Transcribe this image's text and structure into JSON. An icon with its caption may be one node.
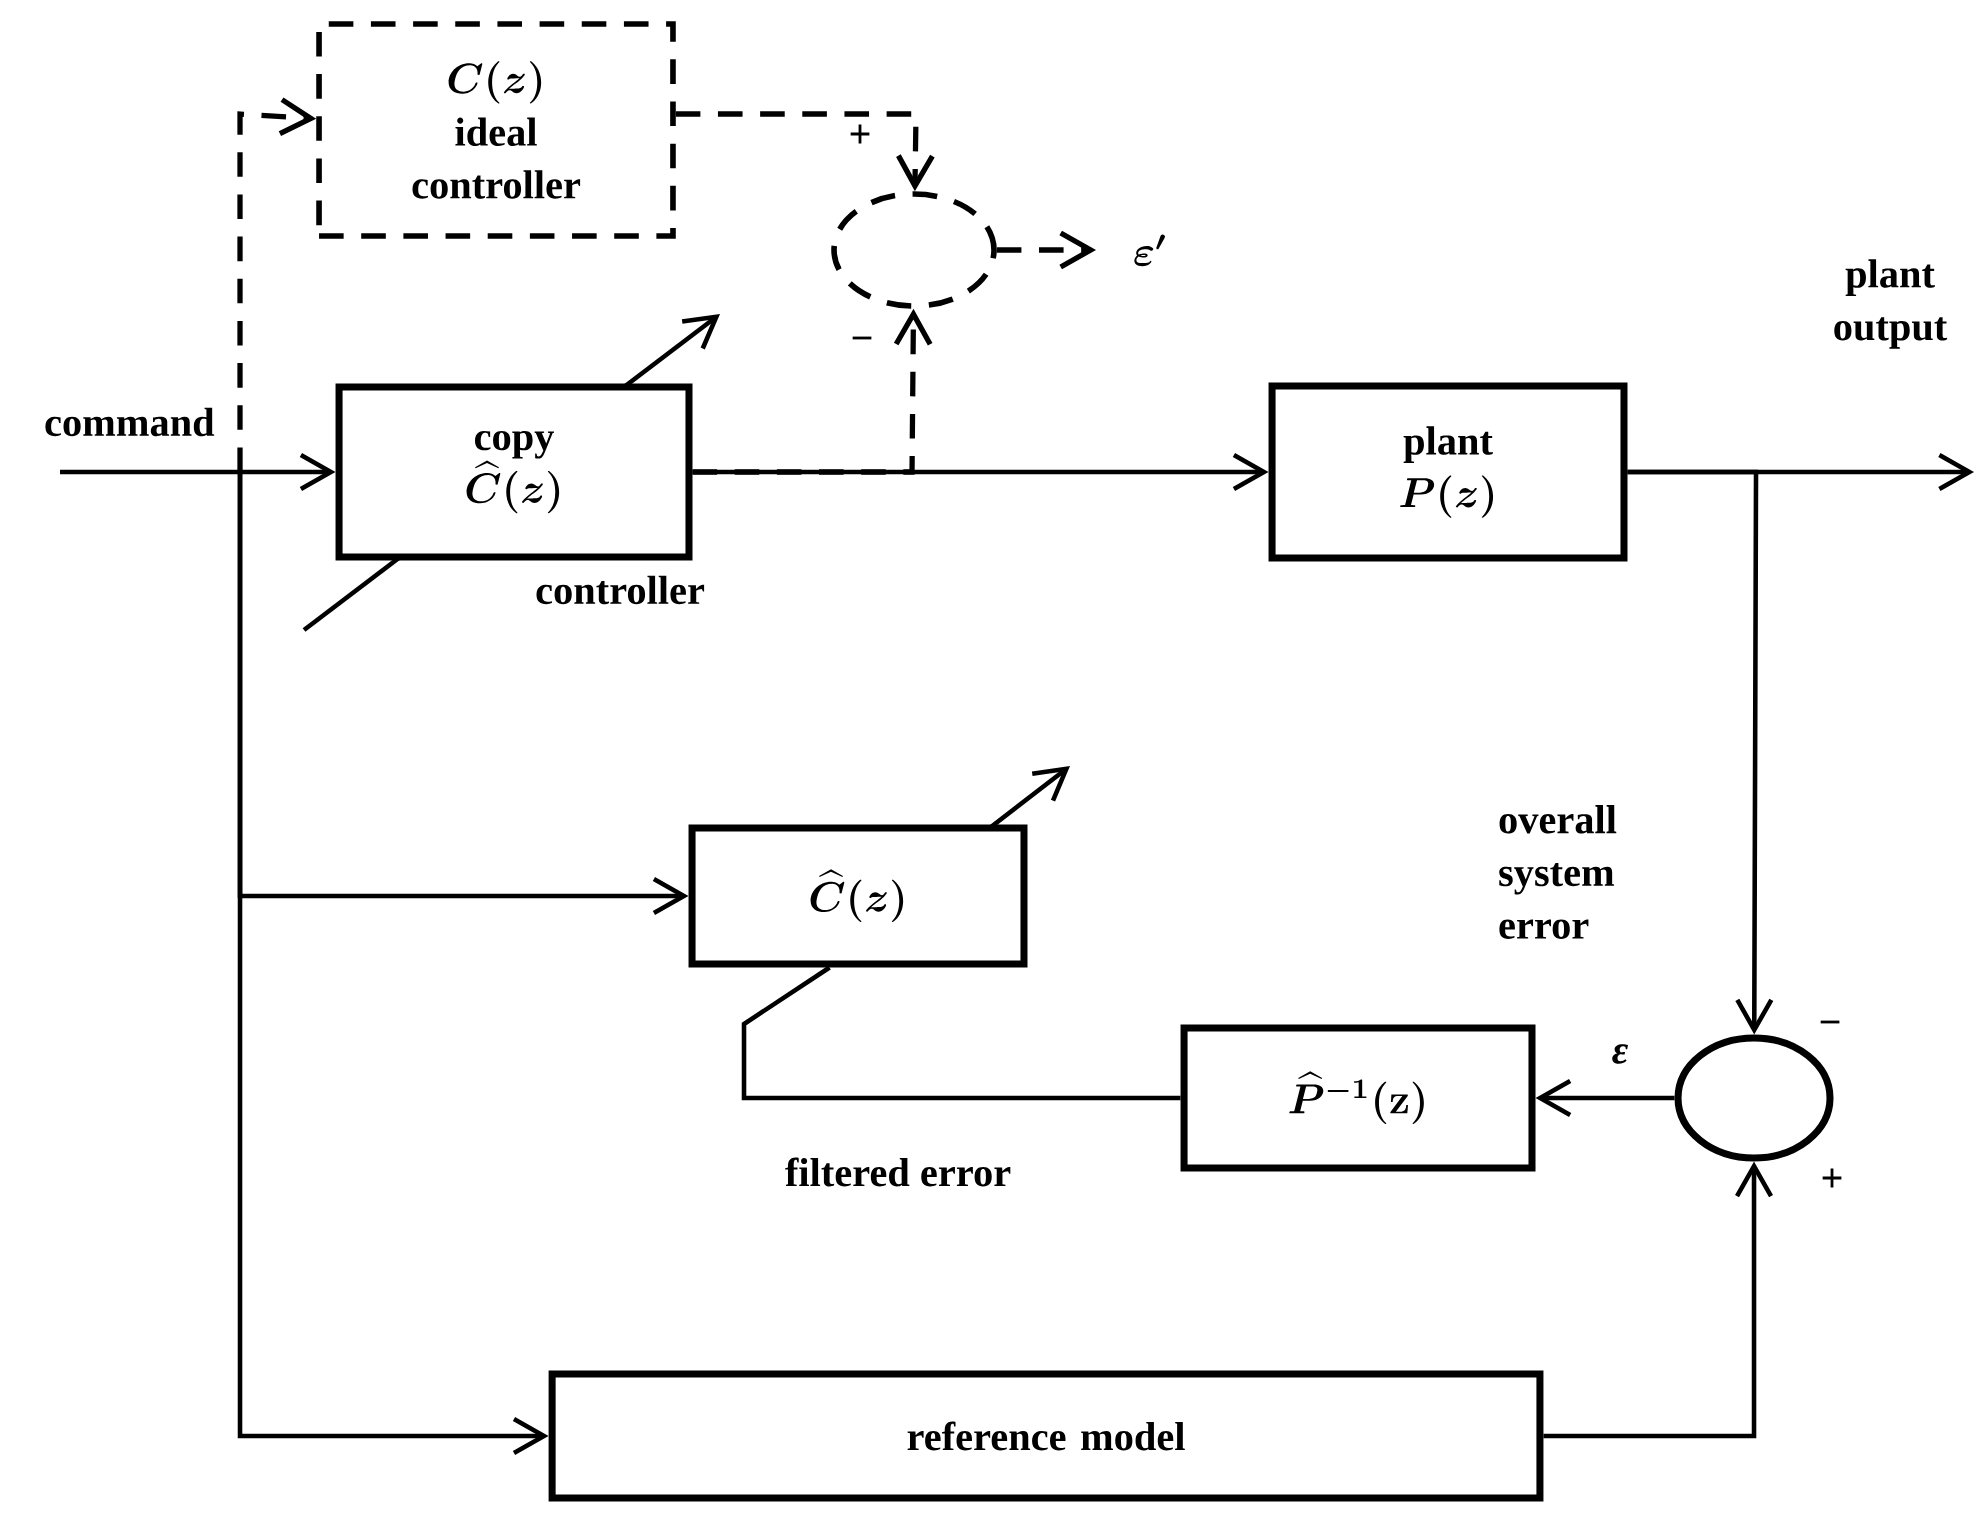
{
  "diagram": {
    "nodes": [
      {
        "text": [
          "C(z)",
          "ideal controller"
        ]
      },
      {
        "text": [],
        "shape": "circle"
      },
      {
        "text": [
          "\\varepsilon'"
        ]
      },
      {
        "text": [
          "copy",
          "\\widehat{C}(z)"
        ],
        "beside": [
          "controller"
        ]
      },
      {
        "text": [
          "plant",
          "P(z)"
        ]
      },
      {
        "text": [
          "\\widehat{C}(z)"
        ]
      },
      {
        "text": [
          "\\widehat{P}^{-1}(\\mathbf{z})"
        ]
      },
      {
        "text": [],
        "shape": "circle"
      },
      {
        "text": [
          "reference model"
        ]
      }
    ],
    "edges": [
      {
        "from": null,
        "to": 3,
        "arrow": "to",
        "label": "command"
      },
      {
        "from": 3,
        "to": 4,
        "arrow": "to"
      },
      {
        "from": 3,
        "to": 1,
        "arrow": "to",
        "style": "dashed"
      },
      {
        "from": 0,
        "to": 1,
        "arrow": "to",
        "style": "dashed"
      },
      {
        "from": null,
        "to": 0,
        "arrow": "to",
        "style": "dashed"
      },
      {
        "from": 1,
        "to": 2,
        "arrow": "to",
        "style": "dashed"
      },
      {
        "from": 4,
        "to": null,
        "arrow": "to",
        "label": "plant output"
      },
      {
        "from": 4,
        "to": 7,
        "arrow": "to"
      },
      {
        "from": 8,
        "to": 7,
        "arrow": "to"
      },
      {
        "from": 7,
        "to": 6,
        "arrow": "to",
        "label": "ε"
      },
      {
        "from": 6,
        "to": 5,
        "arrow": "none"
      },
      {
        "from": null,
        "to": 5,
        "arrow": "to"
      },
      {
        "from": null,
        "to": 8,
        "arrow": "to"
      }
    ],
    "labels": [
      "+",
      "−",
      "overall system error",
      "filtered error",
      "−",
      "+"
    ]
  }
}
